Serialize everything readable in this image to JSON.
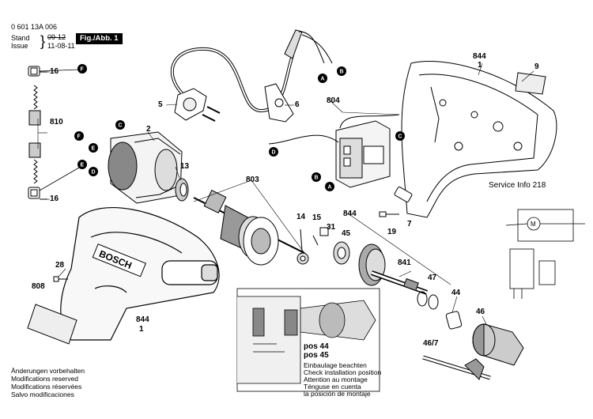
{
  "header": {
    "doc_number": "0 601 13A 006",
    "stand_label": "Stand",
    "stand_date": "09-12",
    "issue_label": "Issue",
    "issue_date": "11-08-11",
    "fig_label": "Fig./Abb. 1"
  },
  "part_numbers": [
    "16",
    "810",
    "16",
    "5",
    "6",
    "804",
    "844",
    "1",
    "9",
    "2",
    "13",
    "803",
    "14",
    "15",
    "31",
    "844",
    "45",
    "19",
    "7",
    "841",
    "28",
    "808",
    "844",
    "1",
    "47",
    "44",
    "46",
    "46/7"
  ],
  "connector_letters": [
    "A",
    "B",
    "C",
    "D",
    "E",
    "F"
  ],
  "service_info": "Service Info 218",
  "pos_labels": {
    "pos44": "pos 44",
    "pos45": "pos 45"
  },
  "install_note": [
    "Einbaulage beachten",
    "Check installation position",
    "Attention au montage",
    "Ténguse en cuenta",
    "la posición de montaje"
  ],
  "footer_note": [
    "Änderungen vorbehalten",
    "Modifications reserved",
    "Modifications réservées",
    "Salvo modificaciones"
  ],
  "motor_symbol": "M",
  "brand": "BOSCH"
}
